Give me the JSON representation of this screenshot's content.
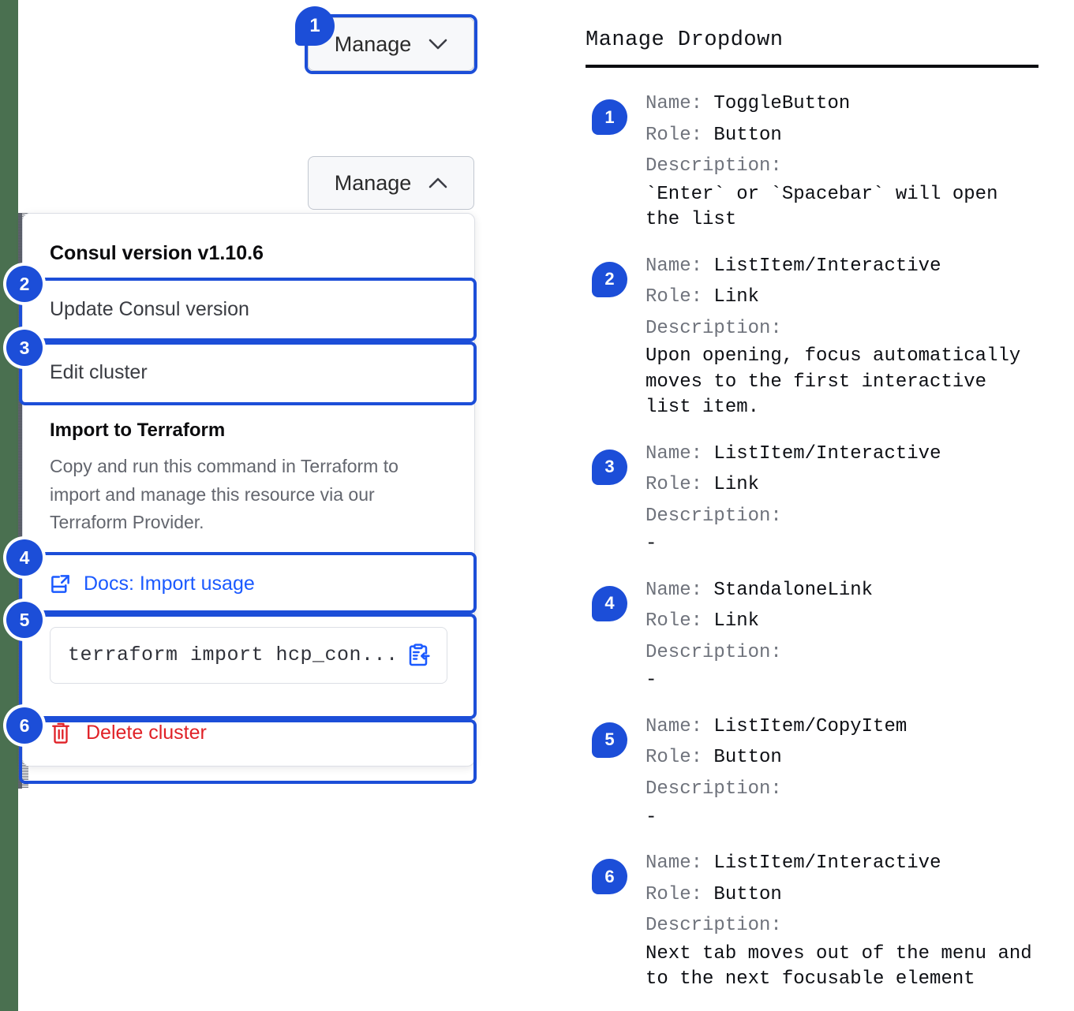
{
  "left": {
    "edge_bar_color": "#4a7050",
    "accent_color": "#1c4ed8",
    "link_color": "#1b5aff",
    "danger_color": "#e02127",
    "button_collapsed": {
      "label": "Manage",
      "chevron": "chevron-down-icon",
      "glyph": "⌄"
    },
    "button_expanded": {
      "label": "Manage",
      "chevron": "chevron-up-icon",
      "glyph": "⌃"
    },
    "badge_1": "1",
    "dropdown": {
      "version_title": "Consul version v1.10.6",
      "update_item": "Update Consul version",
      "edit_item": "Edit cluster",
      "terraform_title": "Import to Terraform",
      "terraform_body": "Copy and run this command in Terraform to import and manage this resource via our Terraform Provider.",
      "docs_link": "Docs: Import usage",
      "docs_icon": "external-link-icon",
      "command_text": "terraform import hcp_con...",
      "copy_icon": "copy-to-clipboard-icon",
      "delete_label": "Delete cluster",
      "delete_icon": "trash-icon",
      "badges": [
        "2",
        "3",
        "4",
        "5",
        "6"
      ]
    }
  },
  "right": {
    "title": "Manage Dropdown",
    "labels": {
      "name": "Name:",
      "role": "Role:",
      "description": "Description:"
    },
    "items": [
      {
        "badge": "1",
        "name": "ToggleButton",
        "role": "Button",
        "description": "`Enter` or `Spacebar` will open\nthe list"
      },
      {
        "badge": "2",
        "name": "ListItem/Interactive",
        "role": "Link",
        "description": "Upon opening, focus automatically\nmoves to the first interactive\nlist item."
      },
      {
        "badge": "3",
        "name": "ListItem/Interactive",
        "role": "Link",
        "description": "-"
      },
      {
        "badge": "4",
        "name": "StandaloneLink",
        "role": "Link",
        "description": "-"
      },
      {
        "badge": "5",
        "name": "ListItem/CopyItem",
        "role": "Button",
        "description": "-"
      },
      {
        "badge": "6",
        "name": "ListItem/Interactive",
        "role": "Button",
        "description": "Next tab moves out of the menu and\nto the next focusable element"
      }
    ]
  }
}
